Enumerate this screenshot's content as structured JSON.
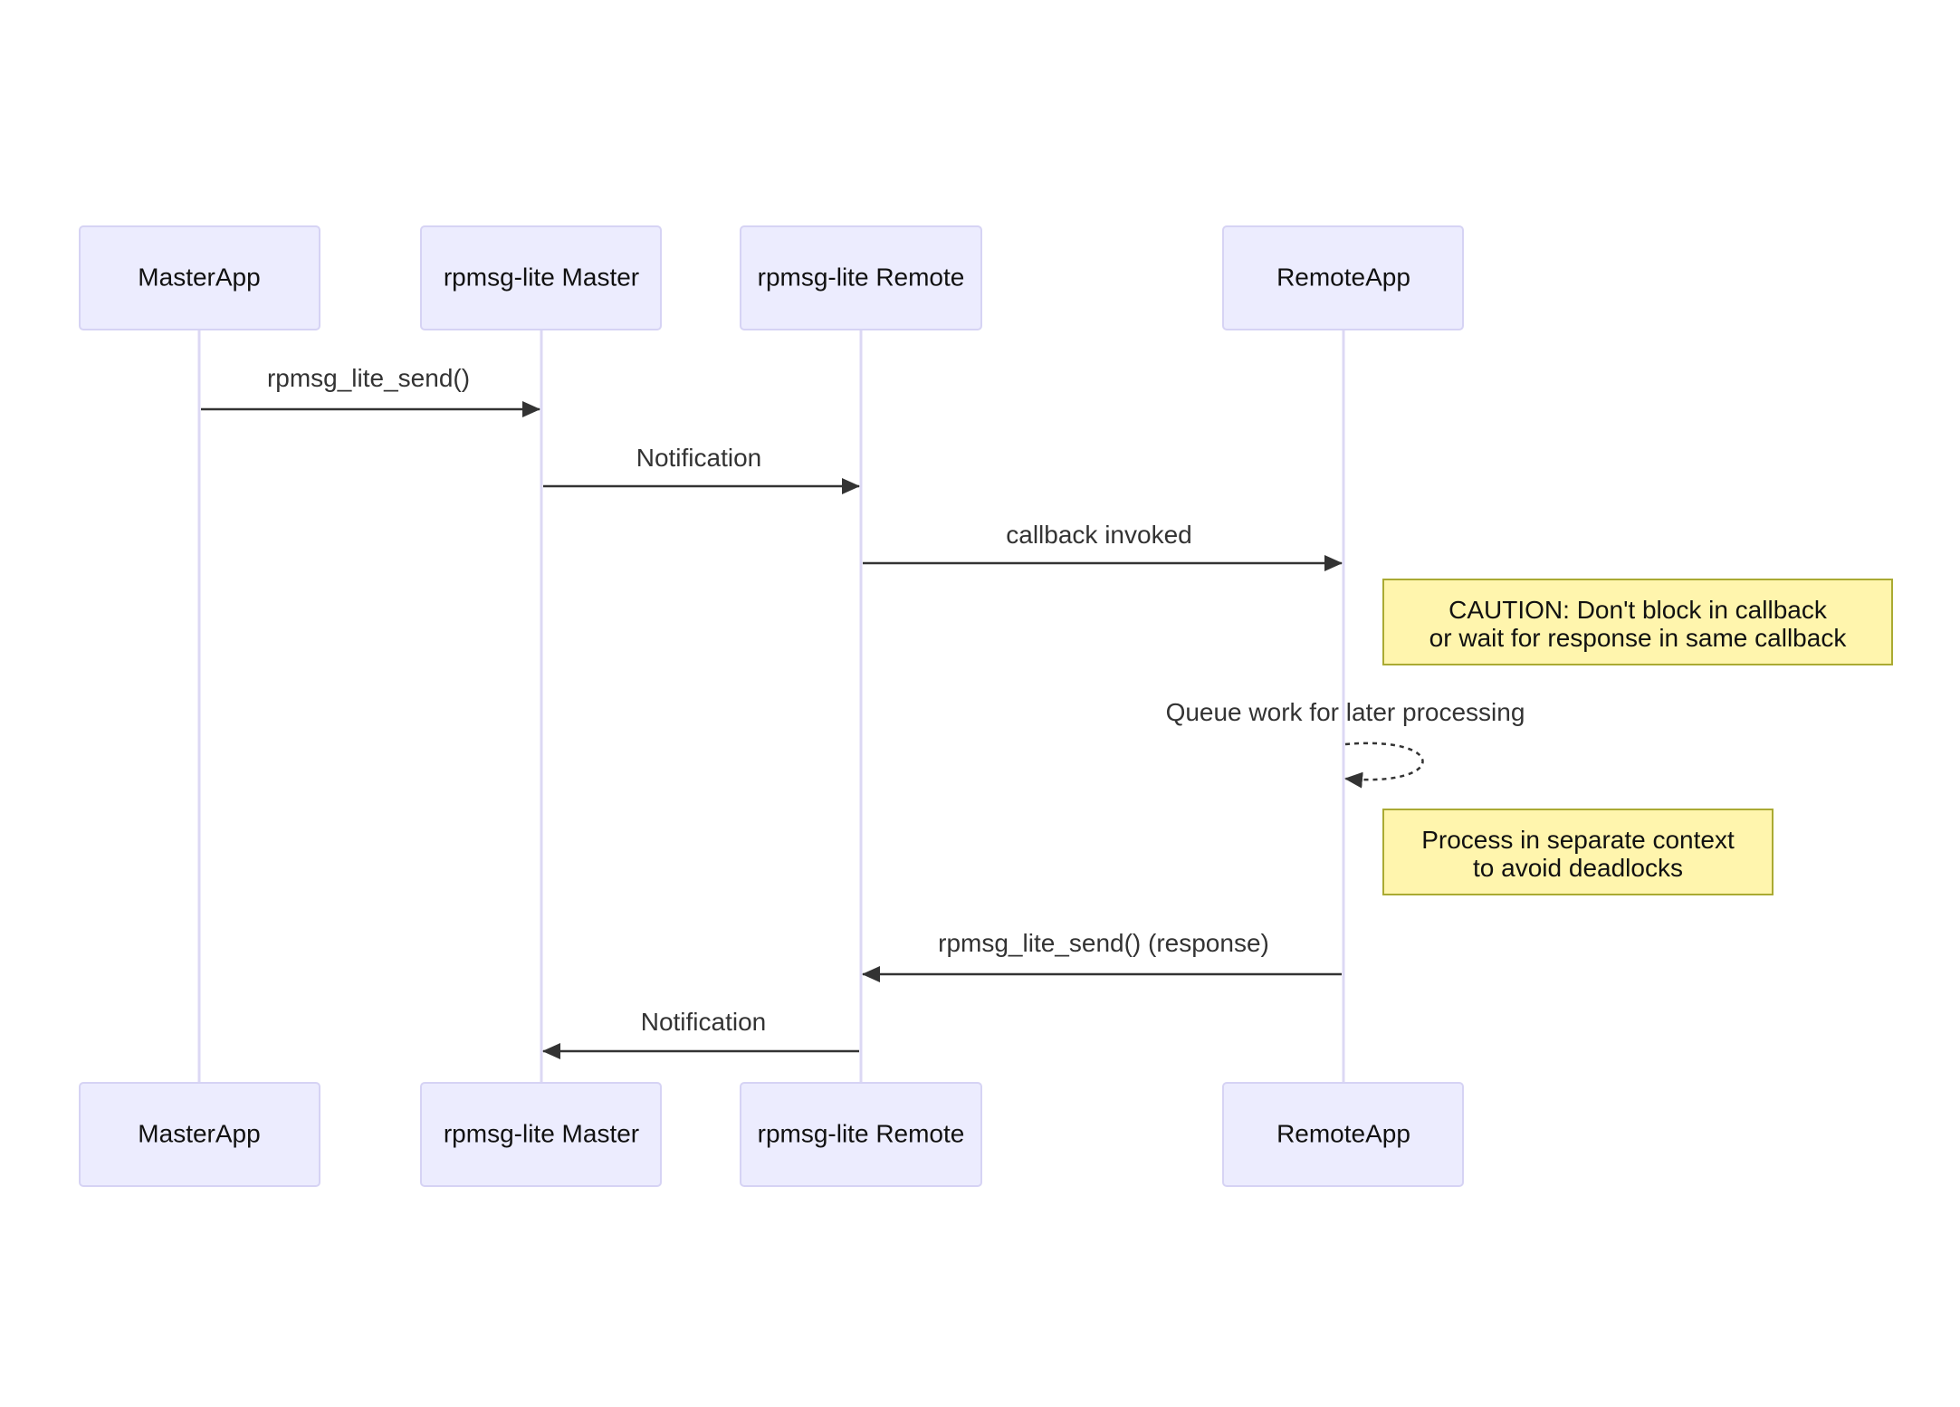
{
  "participants": [
    {
      "id": "masterapp",
      "label": "MasterApp"
    },
    {
      "id": "rpmsg-master",
      "label": "rpmsg-lite Master"
    },
    {
      "id": "rpmsg-remote",
      "label": "rpmsg-lite Remote"
    },
    {
      "id": "remoteapp",
      "label": "RemoteApp"
    }
  ],
  "messages": [
    {
      "from": 0,
      "to": 1,
      "label": "rpmsg_lite_send()",
      "style": "solid"
    },
    {
      "from": 1,
      "to": 2,
      "label": "Notification",
      "style": "solid"
    },
    {
      "from": 2,
      "to": 3,
      "label": "callback invoked",
      "style": "solid"
    },
    {
      "from": 3,
      "to": 3,
      "label": "Queue work for later processing",
      "style": "dotted"
    },
    {
      "from": 3,
      "to": 2,
      "label": "rpmsg_lite_send() (response)",
      "style": "solid"
    },
    {
      "from": 2,
      "to": 1,
      "label": "Notification",
      "style": "solid"
    }
  ],
  "notes": [
    {
      "anchor": 3,
      "lines": [
        "CAUTION: Don't block in callback",
        "or wait for response in same callback"
      ]
    },
    {
      "anchor": 3,
      "lines": [
        "Process in separate context",
        "to avoid deadlocks"
      ]
    }
  ],
  "colors": {
    "actor_fill": "#ececfe",
    "actor_border": "#d6d3f4",
    "note_fill": "#fff5ad",
    "note_border": "#aaaa33",
    "line": "#333333"
  }
}
